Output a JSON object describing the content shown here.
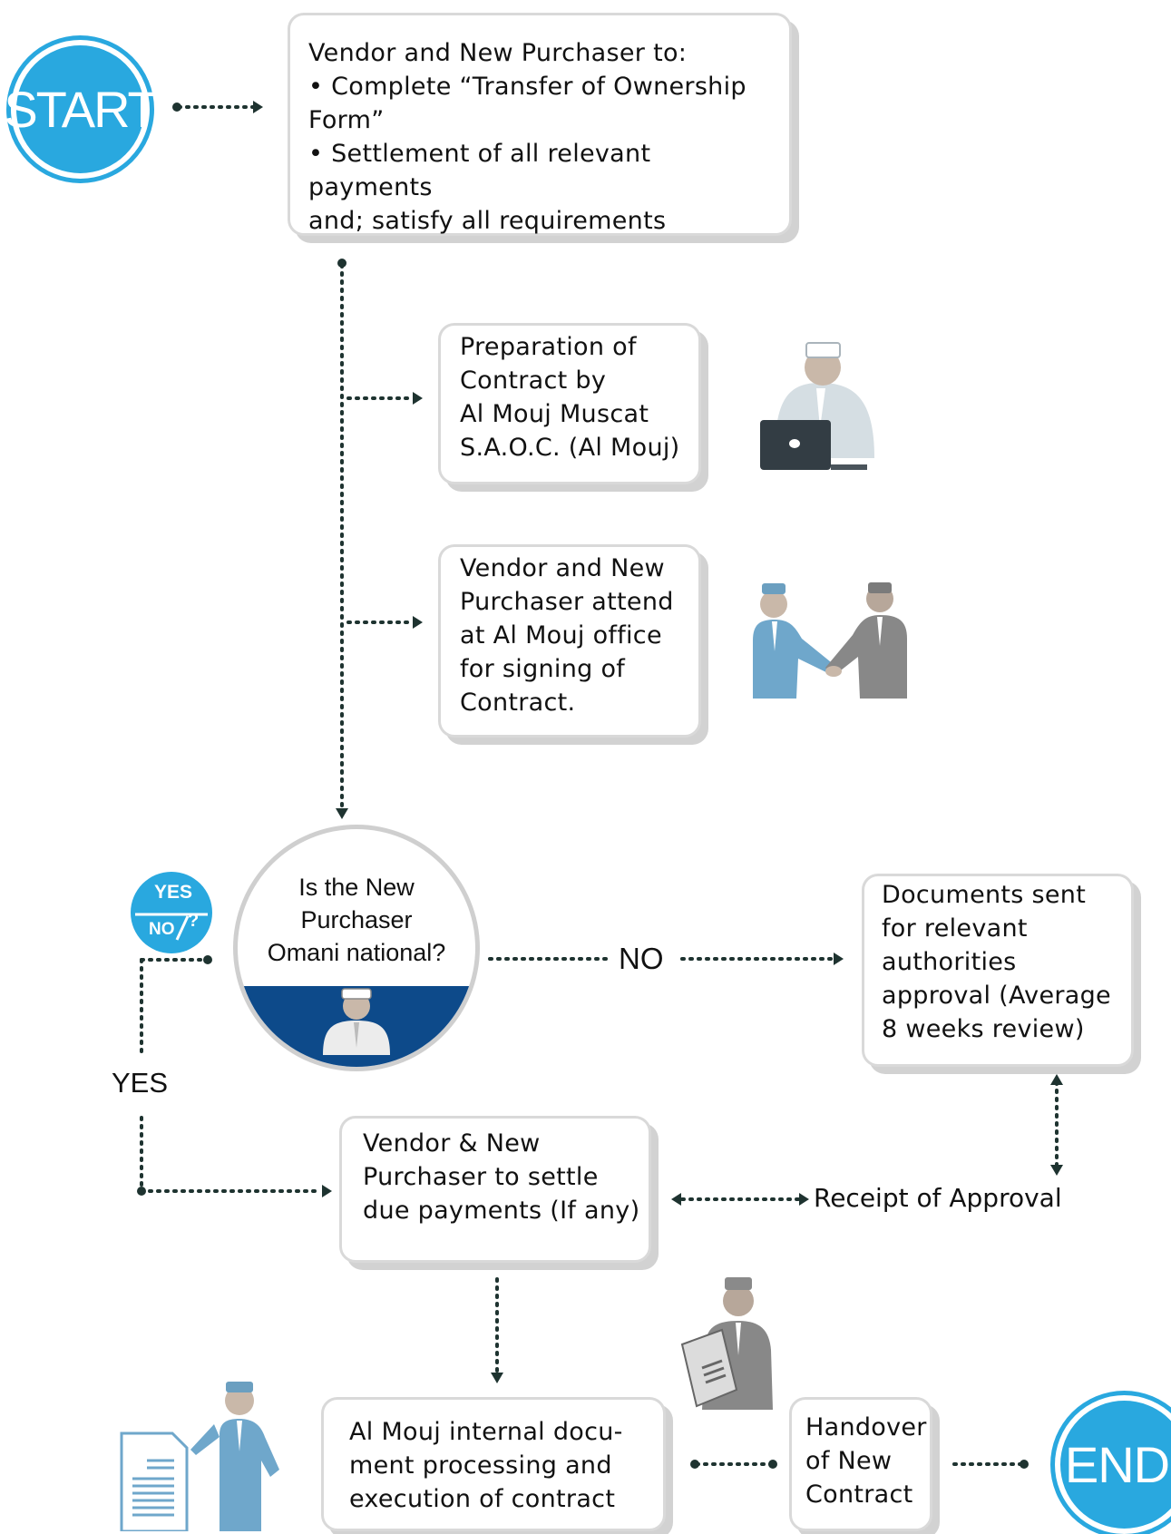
{
  "start": {
    "label": "START"
  },
  "end": {
    "label": "END"
  },
  "step1": {
    "lines": [
      "Vendor and New Purchaser to:",
      "• Complete “Transfer of Ownership",
      "Form”",
      "• Settlement of all relevant payments",
      "and; satisfy all requirements"
    ]
  },
  "step2": {
    "lines": [
      "Preparation of",
      "Contract by",
      "Al Mouj Muscat",
      "S.A.O.C. (Al Mouj)"
    ]
  },
  "step3": {
    "lines": [
      "Vendor and New",
      "Purchaser attend",
      "at Al Mouj office",
      "for signing of",
      "Contract."
    ]
  },
  "decision": {
    "lines": [
      "Is the New",
      "Purchaser",
      "Omani national?"
    ]
  },
  "badge": {
    "yes": "YES",
    "no": "NO",
    "q": "?"
  },
  "no_label": "NO",
  "yes_label": "YES",
  "step4": {
    "lines": [
      "Documents sent",
      "for relevant",
      "authorities",
      "approval (Average",
      "8 weeks review)"
    ]
  },
  "step5": {
    "lines": [
      "Vendor & New",
      "Purchaser to settle",
      "due payments (If any)"
    ]
  },
  "receipt_label": "Receipt of Approval",
  "step6": {
    "lines": [
      "Al Mouj internal docu-",
      "ment processing and",
      "execution of contract"
    ]
  },
  "step7": {
    "lines": [
      "Handover",
      "of New",
      "Contract"
    ]
  },
  "colors": {
    "accent": "#29a8df",
    "navy": "#0d4a8a",
    "connector": "#1e3330",
    "box_border": "#d9d9d9",
    "box_shadow": "#d2d2d2"
  }
}
